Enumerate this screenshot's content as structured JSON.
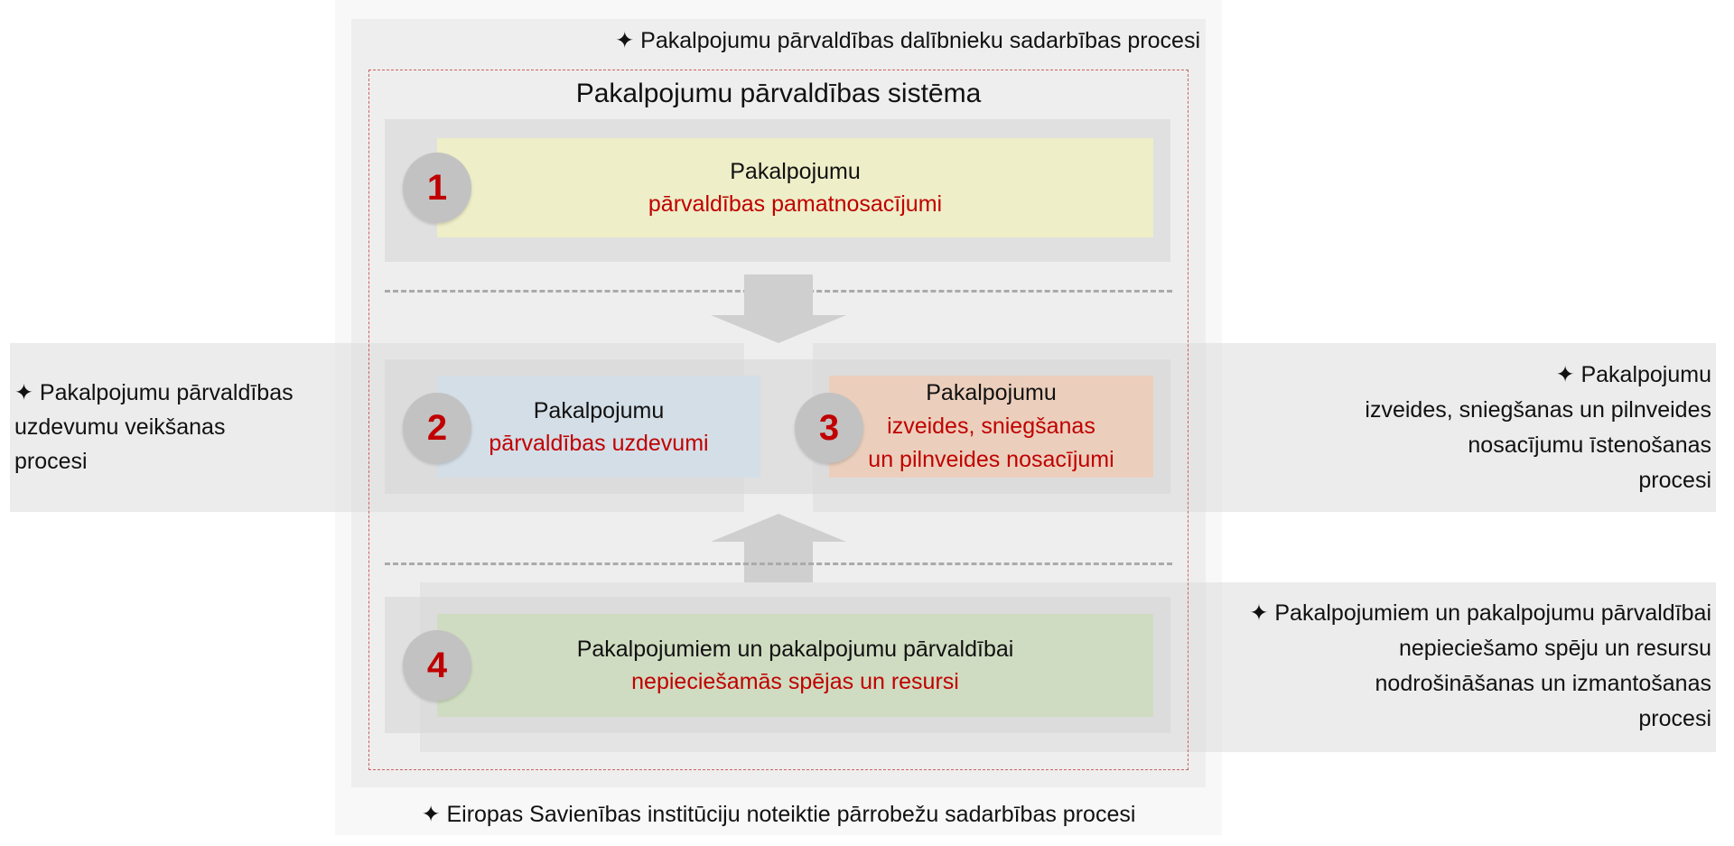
{
  "captions": {
    "top": "✦ Pakalpojumu pārvaldības dalībnieku sadarbības procesi",
    "bottom": "✦ Eiropas Savienības institūciju noteiktie pārrobežu sadarbības procesi",
    "left": [
      "✦ Pakalpojumu pārvaldības",
      "uzdevumu veikšanas",
      "procesi"
    ],
    "right_middle": [
      "✦ Pakalpojumu",
      "izveides, sniegšanas un pilnveides",
      "nosacījumu īstenošanas",
      "procesi"
    ],
    "right_bottom": [
      "✦ Pakalpojumiem un pakalpojumu pārvaldībai",
      "nepieciešamo spēju un resursu",
      "nodrošināšanas un izmantošanas",
      "procesi"
    ]
  },
  "title": "Pakalpojumu pārvaldības sistēma",
  "blocks": [
    {
      "number": "1",
      "line1": "Pakalpojumu",
      "line2": "pārvaldības pamatnosacījumi",
      "color": "#eeeec8"
    },
    {
      "number": "2",
      "line1": "Pakalpojumu",
      "line2": "pārvaldības uzdevumi",
      "color": "#d4dee7"
    },
    {
      "number": "3",
      "line1": "Pakalpojumu",
      "line2": "izveides, sniegšanas",
      "line3": "un pilnveides nosacījumi",
      "color": "#ebcfbc"
    },
    {
      "number": "4",
      "line1": "Pakalpojumiem un pakalpojumu pārvaldībai",
      "line2": "nepieciešamās spējas un resursi",
      "color": "#cfdcc1"
    }
  ]
}
